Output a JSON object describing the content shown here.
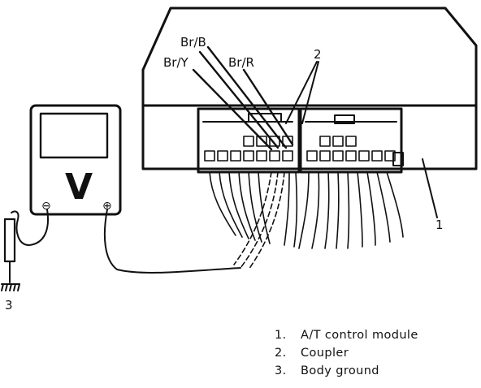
{
  "callouts": {
    "wire_br_b": "Br/B",
    "wire_br_y": "Br/Y",
    "wire_br_r": "Br/R",
    "num_coupler": "2",
    "num_module": "1",
    "num_ground": "3"
  },
  "meter": {
    "unit": "V",
    "neg_terminal": "⊖",
    "pos_terminal": "⊕"
  },
  "legend": [
    {
      "num": "1.",
      "text": "A/T control module"
    },
    {
      "num": "2.",
      "text": "Coupler"
    },
    {
      "num": "3.",
      "text": "Body ground"
    }
  ]
}
